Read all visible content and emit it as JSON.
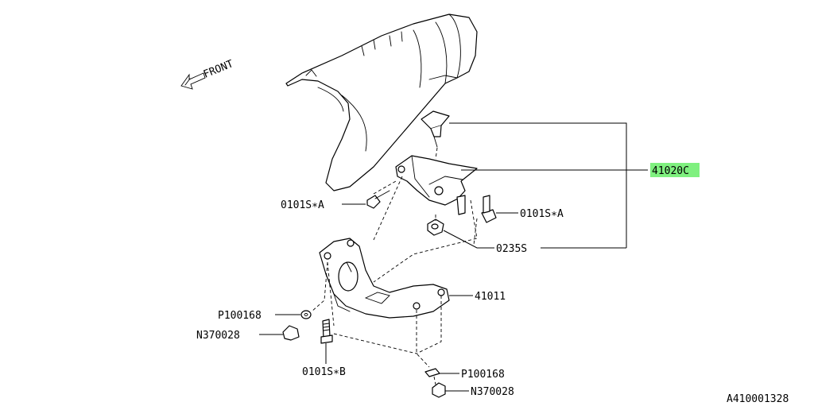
{
  "front_label": "FRONT",
  "highlight_color": "#7ff07f",
  "callouts": {
    "c41020c": "41020C",
    "c0101sa_left": "0101S∗A",
    "c0101sa_right": "0101S∗A",
    "c0235s": "0235S",
    "c41011": "41011",
    "cp100168_left": "P100168",
    "cn370028_left": "N370028",
    "c0101sb": "0101S∗B",
    "cp100168_bottom": "P100168",
    "cn370028_bottom": "N370028"
  },
  "diagram_id": "A410001328"
}
